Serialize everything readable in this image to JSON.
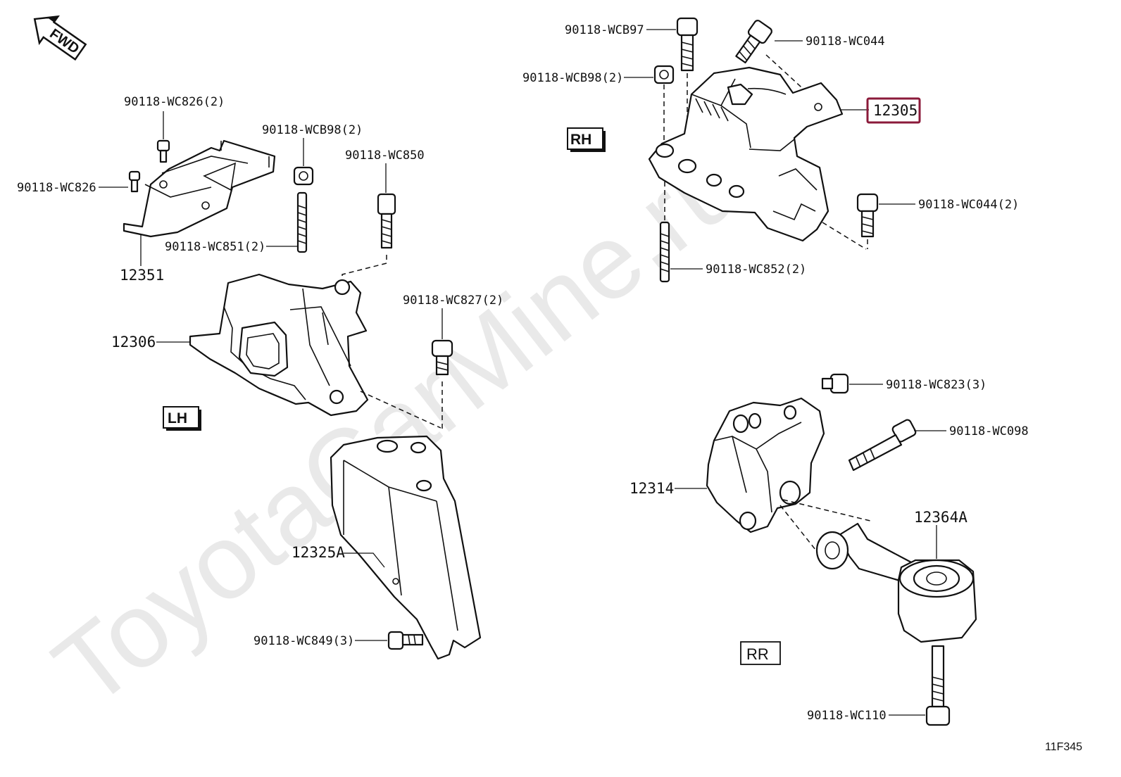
{
  "watermark": "ToyotaCarMine.ru",
  "diagram_code": "11F345",
  "fwd_label": "FWD",
  "highlight_color": "#8b1a3a",
  "group_tags": {
    "lh": "LH",
    "rh": "RH",
    "rr": "RR"
  },
  "callouts": {
    "c_wc826_2": "90118-WC826(2)",
    "c_wc826": "90118-WC826",
    "c_wcb98_2_lh": "90118-WCB98(2)",
    "c_wc850": "90118-WC850",
    "c_wc851_2": "90118-WC851(2)",
    "c_12351": "12351",
    "c_12306": "12306",
    "c_wc827_2": "90118-WC827(2)",
    "c_12325a": "12325A",
    "c_wc849_3": "90118-WC849(3)",
    "c_wcb97": "90118-WCB97",
    "c_wc044": "90118-WC044",
    "c_wcb98_2_rh": "90118-WCB98(2)",
    "c_12305": "12305",
    "c_wc044_2": "90118-WC044(2)",
    "c_wc852_2": "90118-WC852(2)",
    "c_wc823_3": "90118-WC823(3)",
    "c_wc098": "90118-WC098",
    "c_12314": "12314",
    "c_12364a": "12364A",
    "c_wc110": "90118-WC110"
  }
}
